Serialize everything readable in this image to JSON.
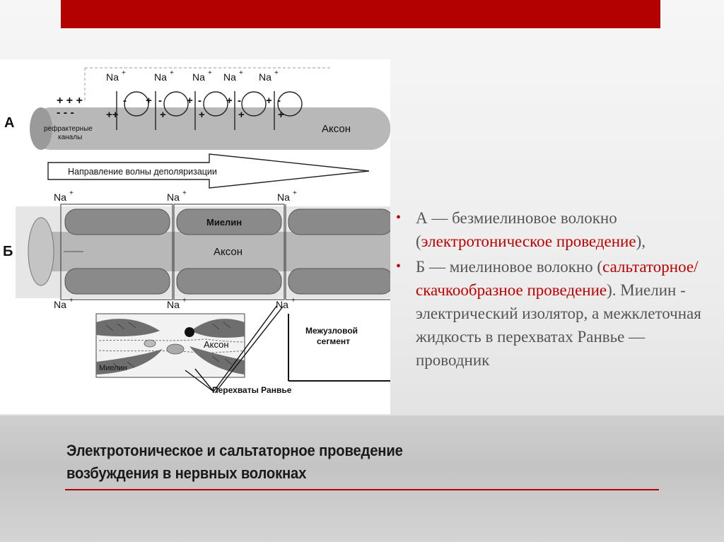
{
  "colors": {
    "accent_red": "#b30000",
    "highlight_red": "#c00000",
    "text_gray": "#555555",
    "axon_gray": "#b8b8b8",
    "myelin_gray": "#8a8a8a"
  },
  "figure": {
    "label_a": "А",
    "label_b": "Б",
    "na": "Na",
    "na_sup": "+",
    "plus_row_top": "+ + +",
    "minus_row_top": "-  -  -",
    "refractory_line1": "рефрактерные",
    "refractory_line2": "каналы",
    "axon_a": "Аксон",
    "direction_arrow": "Направление волны деполяризации",
    "myelin": "Миелин",
    "axon_b": "Аксон",
    "internode_line1": "Межузловой",
    "internode_line2": "сегмент",
    "micro_axon": "Аксон",
    "micro_myelin": "Миелин",
    "nodes_ranvier": "Перехваты Ранвье"
  },
  "bullets": [
    {
      "prefix": "А — безмиелиновое волокно (",
      "highlight": "электротоническое проведение",
      "suffix": "),"
    },
    {
      "prefix": "Б — миелиновое волокно (",
      "highlight": "сальтаторное/скачкообразное проведение",
      "suffix": "). Миелин - электрический изолятор, а межклеточная жидкость в перехватах Ранвье — проводник"
    }
  ],
  "bullet_icon": "bullet-icon",
  "title": {
    "line1": "Электротоническое и сальтаторное проведение",
    "line2": "возбуждения в нервных волокнах"
  }
}
